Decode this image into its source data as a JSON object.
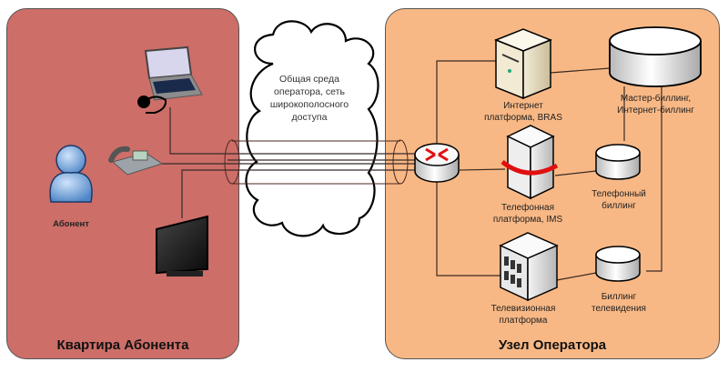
{
  "zones": {
    "subscriber": {
      "title": "Квартира Абонента",
      "color": "#cd6e68"
    },
    "operator": {
      "title": "Узел Оператора",
      "color": "#f8b885"
    }
  },
  "cloud": {
    "label_lines": [
      "Общая среда",
      "оператора, сеть",
      "широкополосного",
      "доступа"
    ]
  },
  "subscriber_devices": {
    "person": {
      "label": "Абонент",
      "icon": "user-icon"
    },
    "laptop": {
      "icon": "laptop-with-headset-icon"
    },
    "phone": {
      "icon": "desk-phone-icon"
    },
    "tv": {
      "icon": "tv-icon"
    }
  },
  "operator_nodes": {
    "router": {
      "icon": "router-icon"
    },
    "internet": {
      "label_lines": [
        "Интернет",
        "платформа, BRAS"
      ],
      "icon": "server-icon"
    },
    "telephony": {
      "label_lines": [
        "Телефонная",
        "платформа, IMS"
      ],
      "icon": "ims-server-icon"
    },
    "tv_platform": {
      "label_lines": [
        "Телевизионная",
        "платформа"
      ],
      "icon": "mainframe-icon"
    },
    "master_billing": {
      "label_lines": [
        "Мастер-биллинг,",
        "Интернет-биллинг"
      ],
      "icon": "database-icon"
    },
    "phone_billing": {
      "label_lines": [
        "Телефонный",
        "биллинг"
      ],
      "icon": "database-icon"
    },
    "tv_billing": {
      "label_lines": [
        "Биллинг",
        "телевидения"
      ],
      "icon": "database-icon"
    }
  }
}
